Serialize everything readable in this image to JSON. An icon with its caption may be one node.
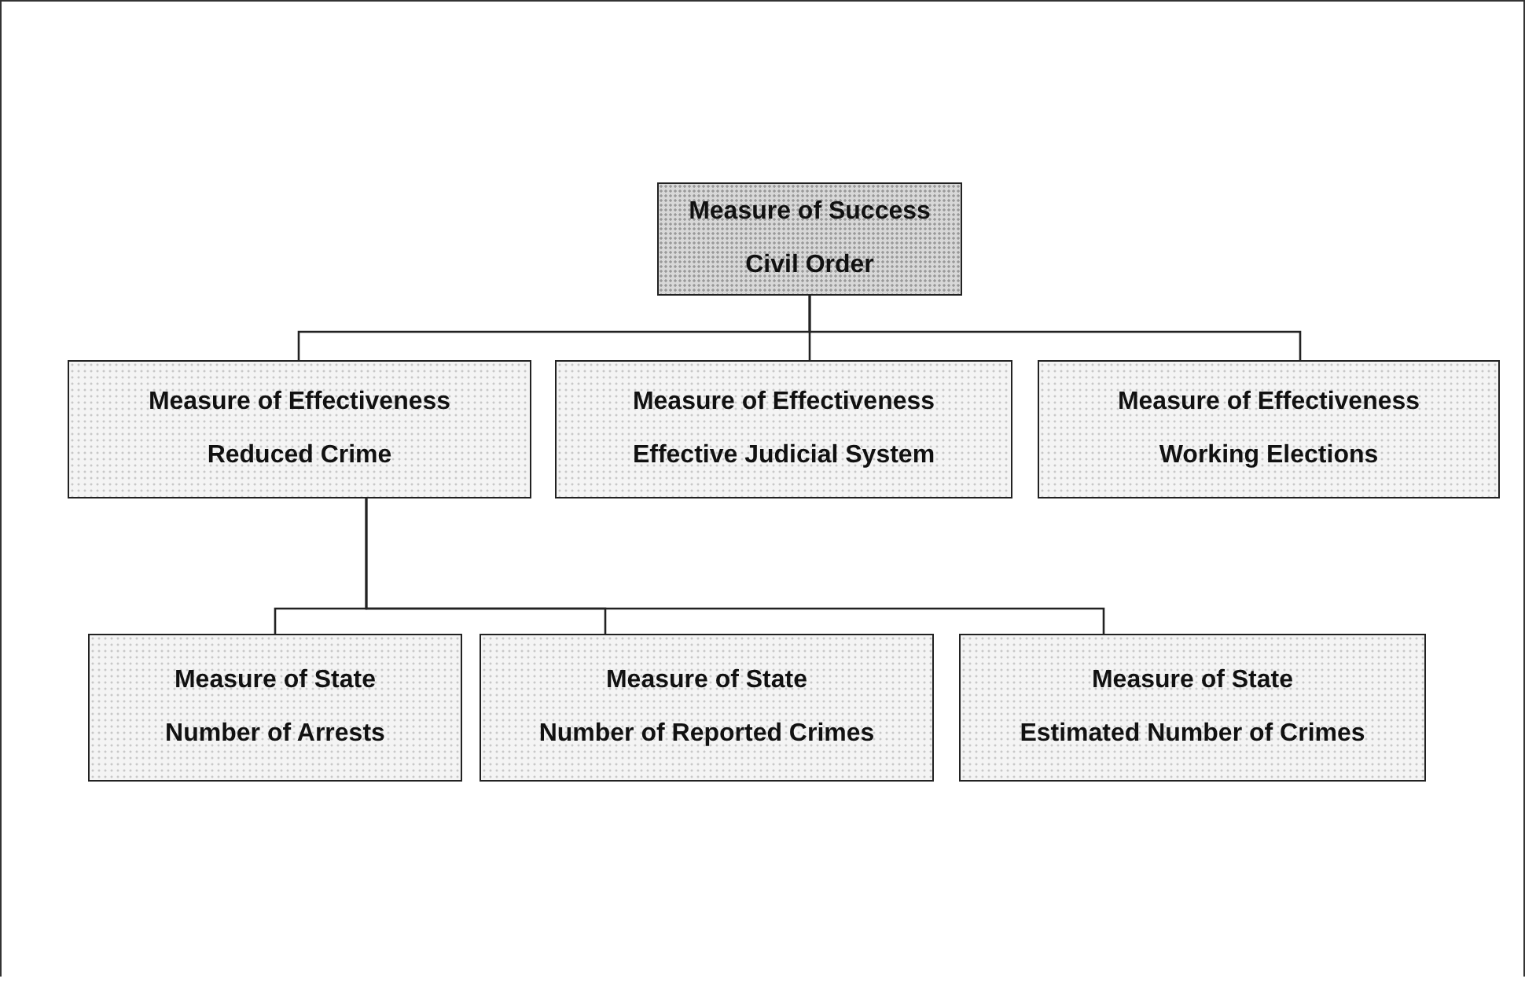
{
  "diagram": {
    "nodes": [
      {
        "text": [
          "Measure of Success",
          "Civil Order"
        ]
      },
      {
        "text": [
          "Measure of Effectiveness",
          "Reduced Crime"
        ]
      },
      {
        "text": [
          "Measure of Effectiveness",
          "Effective Judicial System"
        ]
      },
      {
        "text": [
          "Measure of Effectiveness",
          "Working Elections"
        ]
      },
      {
        "text": [
          "Measure of State",
          "Number of Arrests"
        ]
      },
      {
        "text": [
          "Measure of State",
          "Number of Reported Crimes"
        ]
      },
      {
        "text": [
          "Measure of State",
          "Estimated Number of Crimes"
        ]
      }
    ],
    "edges": [
      {
        "from": 0,
        "to": 1,
        "arrow": "none"
      },
      {
        "from": 0,
        "to": 2,
        "arrow": "none"
      },
      {
        "from": 0,
        "to": 3,
        "arrow": "none"
      },
      {
        "from": 1,
        "to": 4,
        "arrow": "none"
      },
      {
        "from": 1,
        "to": 5,
        "arrow": "none"
      },
      {
        "from": 1,
        "to": 6,
        "arrow": "none"
      }
    ]
  }
}
